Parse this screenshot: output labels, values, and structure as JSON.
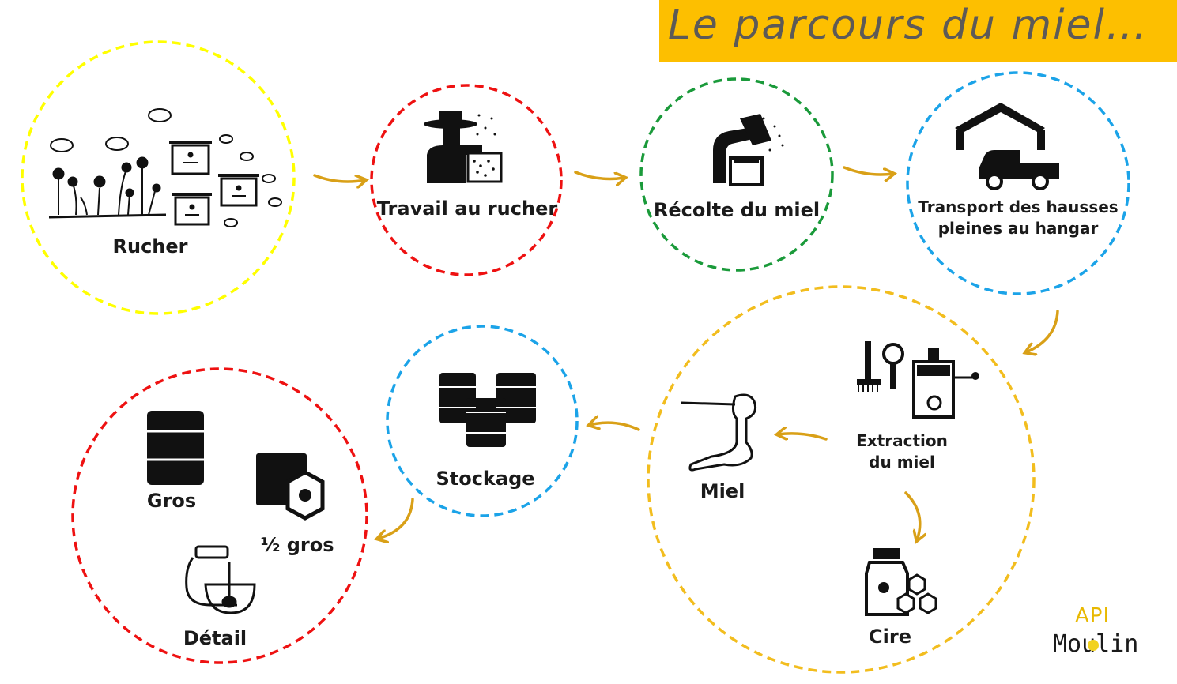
{
  "title": "Le parcours du miel…",
  "nodes": [
    {
      "id": "rucher",
      "label": "Rucher",
      "color": "#ffff00"
    },
    {
      "id": "travail",
      "label": "Travail au rucher",
      "color": "#ee1111"
    },
    {
      "id": "recolte",
      "label": "Récolte du miel",
      "color": "#1a9a3a"
    },
    {
      "id": "transport",
      "label_line1": "Transport des hausses",
      "label_line2": "pleines au hangar",
      "color": "#1ba3e8"
    },
    {
      "id": "extraction",
      "label_line1": "Extraction",
      "label_line2": "du miel",
      "color": "#f2bd1e"
    },
    {
      "id": "miel",
      "label": "Miel"
    },
    {
      "id": "cire",
      "label": "Cire"
    },
    {
      "id": "stockage",
      "label": "Stockage",
      "color": "#1ba3e8"
    },
    {
      "id": "vente",
      "color": "#ee1111"
    },
    {
      "id": "gros",
      "label": "Gros"
    },
    {
      "id": "demi-gros",
      "label": "½ gros"
    },
    {
      "id": "detail",
      "label": "Détail"
    }
  ],
  "arrow_color": "#d9a017",
  "logo": {
    "line1": "API",
    "line2": "Moulin",
    "accent": "#e8b800"
  }
}
